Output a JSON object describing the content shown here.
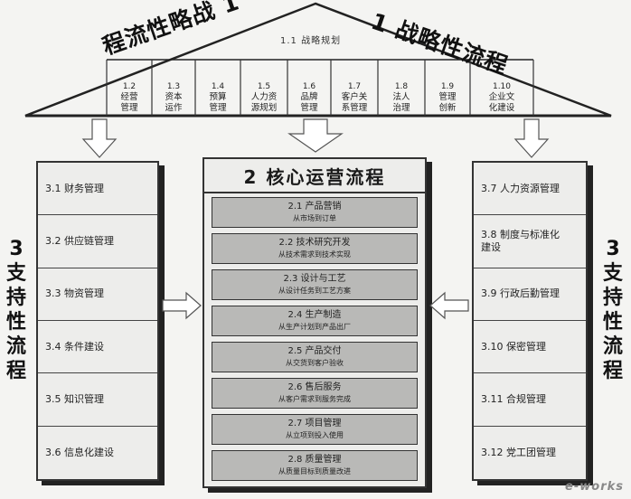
{
  "strategy": {
    "left_label": "程流性略战 1",
    "right_label": "1 战略性流程",
    "sub_label": "1.1 战略规划",
    "items": [
      {
        "num": "1.2",
        "name": "经营\n管理"
      },
      {
        "num": "1.3",
        "name": "资本\n运作"
      },
      {
        "num": "1.4",
        "name": "预算\n管理"
      },
      {
        "num": "1.5",
        "name": "人力资\n源规划"
      },
      {
        "num": "1.6",
        "name": "品牌\n管理"
      },
      {
        "num": "1.7",
        "name": "客户关\n系管理"
      },
      {
        "num": "1.8",
        "name": "法人\n治理"
      },
      {
        "num": "1.9",
        "name": "管理\n创新"
      },
      {
        "num": "1.10",
        "name": "企业文\n化建设"
      }
    ]
  },
  "core": {
    "title": "2 核心运营流程",
    "items": [
      {
        "name": "2.1 产品营销",
        "sub": "从市场到订单"
      },
      {
        "name": "2.2 技术研究开发",
        "sub": "从技术需求到技术实现"
      },
      {
        "name": "2.3 设计与工艺",
        "sub": "从设计任务到工艺方案"
      },
      {
        "name": "2.4 生产制造",
        "sub": "从生产计划到产品出厂"
      },
      {
        "name": "2.5 产品交付",
        "sub": "从交货到客户验收"
      },
      {
        "name": "2.6 售后服务",
        "sub": "从客户需求到服务完成"
      },
      {
        "name": "2.7 项目管理",
        "sub": "从立项到投入使用"
      },
      {
        "name": "2.8 质量管理",
        "sub": "从质量目标到质量改进"
      }
    ]
  },
  "support_left": {
    "label": "3支持性流程",
    "items": [
      "3.1 财务管理",
      "3.2 供应链管理",
      "3.3 物资管理",
      "3.4 条件建设",
      "3.5 知识管理",
      "3.6 信息化建设"
    ]
  },
  "support_right": {
    "label": "3支持性流程",
    "items": [
      "3.7 人力资源管理",
      "3.8 制度与标准化\n建设",
      "3.9 行政后勤管理",
      "3.10 保密管理",
      "3.11 合规管理",
      "3.12 党工团管理"
    ]
  },
  "watermark": "e-works"
}
